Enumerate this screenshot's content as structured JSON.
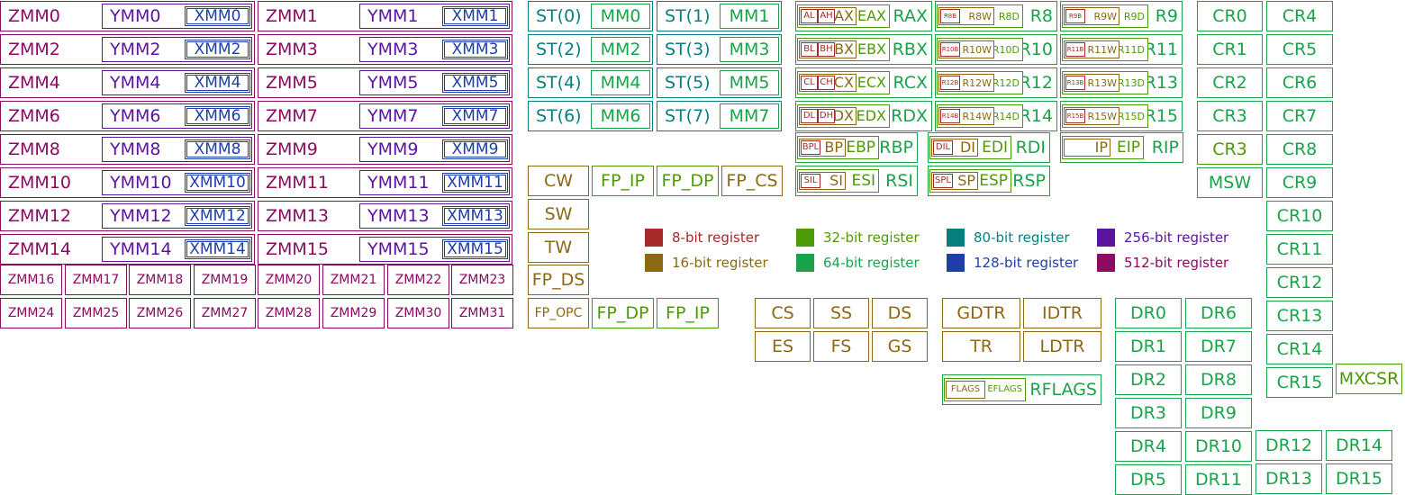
{
  "colors": {
    "b8": "#a52a2a",
    "b16": "#8b6914",
    "b32": "#4e9a06",
    "b64": "#1aa34a",
    "b80": "#077f7f",
    "b128": "#1e3fa8",
    "b256": "#5a149e",
    "b512": "#8b0a62"
  },
  "legend": [
    {
      "label": "8-bit register",
      "bits": "b8"
    },
    {
      "label": "16-bit register",
      "bits": "b16"
    },
    {
      "label": "32-bit register",
      "bits": "b32"
    },
    {
      "label": "64-bit register",
      "bits": "b64"
    },
    {
      "label": "80-bit register",
      "bits": "b80"
    },
    {
      "label": "128-bit register",
      "bits": "b128"
    },
    {
      "label": "256-bit register",
      "bits": "b256"
    },
    {
      "label": "512-bit register",
      "bits": "b512"
    }
  ],
  "vector": [
    {
      "zmm": "ZMM0",
      "ymm": "YMM0",
      "xmm": "XMM0"
    },
    {
      "zmm": "ZMM1",
      "ymm": "YMM1",
      "xmm": "XMM1"
    },
    {
      "zmm": "ZMM2",
      "ymm": "YMM2",
      "xmm": "XMM2"
    },
    {
      "zmm": "ZMM3",
      "ymm": "YMM3",
      "xmm": "XMM3"
    },
    {
      "zmm": "ZMM4",
      "ymm": "YMM4",
      "xmm": "XMM4"
    },
    {
      "zmm": "ZMM5",
      "ymm": "YMM5",
      "xmm": "XMM5"
    },
    {
      "zmm": "ZMM6",
      "ymm": "YMM6",
      "xmm": "XMM6"
    },
    {
      "zmm": "ZMM7",
      "ymm": "YMM7",
      "xmm": "XMM7"
    },
    {
      "zmm": "ZMM8",
      "ymm": "YMM8",
      "xmm": "XMM8"
    },
    {
      "zmm": "ZMM9",
      "ymm": "YMM9",
      "xmm": "XMM9"
    },
    {
      "zmm": "ZMM10",
      "ymm": "YMM10",
      "xmm": "XMM10"
    },
    {
      "zmm": "ZMM11",
      "ymm": "YMM11",
      "xmm": "XMM11"
    },
    {
      "zmm": "ZMM12",
      "ymm": "YMM12",
      "xmm": "XMM12"
    },
    {
      "zmm": "ZMM13",
      "ymm": "YMM13",
      "xmm": "XMM13"
    },
    {
      "zmm": "ZMM14",
      "ymm": "YMM14",
      "xmm": "XMM14"
    },
    {
      "zmm": "ZMM15",
      "ymm": "YMM15",
      "xmm": "XMM15"
    }
  ],
  "zmm_extra": [
    "ZMM16",
    "ZMM17",
    "ZMM18",
    "ZMM19",
    "ZMM20",
    "ZMM21",
    "ZMM22",
    "ZMM23",
    "ZMM24",
    "ZMM25",
    "ZMM26",
    "ZMM27",
    "ZMM28",
    "ZMM29",
    "ZMM30",
    "ZMM31"
  ],
  "x87": [
    {
      "st": "ST(0)",
      "mm": "MM0"
    },
    {
      "st": "ST(1)",
      "mm": "MM1"
    },
    {
      "st": "ST(2)",
      "mm": "MM2"
    },
    {
      "st": "ST(3)",
      "mm": "MM3"
    },
    {
      "st": "ST(4)",
      "mm": "MM4"
    },
    {
      "st": "ST(5)",
      "mm": "MM5"
    },
    {
      "st": "ST(6)",
      "mm": "MM6"
    },
    {
      "st": "ST(7)",
      "mm": "MM7"
    }
  ],
  "fpu_control": {
    "cw": "CW",
    "fp_ip": "FP_IP",
    "fp_dp": "FP_DP",
    "fp_cs": "FP_CS",
    "sw": "SW",
    "tw": "TW",
    "fp_ds": "FP_DS",
    "fp_opc": "FP_OPC",
    "fp_dp2": "FP_DP",
    "fp_ip2": "FP_IP"
  },
  "gpr_legacy": [
    {
      "l8": "AL",
      "h8": "AH",
      "r16": "AX",
      "r32": "EAX",
      "r64": "RAX"
    },
    {
      "l8": "BL",
      "h8": "BH",
      "r16": "BX",
      "r32": "EBX",
      "r64": "RBX"
    },
    {
      "l8": "CL",
      "h8": "CH",
      "r16": "CX",
      "r32": "ECX",
      "r64": "RCX"
    },
    {
      "l8": "DL",
      "h8": "DH",
      "r16": "DX",
      "r32": "EDX",
      "r64": "RDX"
    }
  ],
  "gpr_index": [
    {
      "r8": "BPL",
      "r16": "BP",
      "r32": "EBP",
      "r64": "RBP"
    },
    {
      "r8": "SIL",
      "r16": "SI",
      "r32": "ESI",
      "r64": "RSI"
    }
  ],
  "gpr_index2": [
    {
      "r8": "DIL",
      "r16": "DI",
      "r32": "EDI",
      "r64": "RDI"
    },
    {
      "r8": "SPL",
      "r16": "SP",
      "r32": "ESP",
      "r64": "RSP"
    }
  ],
  "ip": {
    "r16": "IP",
    "r32": "EIP",
    "r64": "RIP"
  },
  "gpr_ext": [
    {
      "b": "R8B",
      "w": "R8W",
      "d": "R8D",
      "q": "R8"
    },
    {
      "b": "R9B",
      "w": "R9W",
      "d": "R9D",
      "q": "R9"
    },
    {
      "b": "R10B",
      "w": "R10W",
      "d": "R10D",
      "q": "R10"
    },
    {
      "b": "R11B",
      "w": "R11W",
      "d": "R11D",
      "q": "R11"
    },
    {
      "b": "R12B",
      "w": "R12W",
      "d": "R12D",
      "q": "R12"
    },
    {
      "b": "R13B",
      "w": "R13W",
      "d": "R13D",
      "q": "R13"
    },
    {
      "b": "R14B",
      "w": "R14W",
      "d": "R14D",
      "q": "R14"
    },
    {
      "b": "R15B",
      "w": "R15W",
      "d": "R15D",
      "q": "R15"
    }
  ],
  "segment": [
    "CS",
    "SS",
    "DS",
    "ES",
    "FS",
    "GS"
  ],
  "system_tables": [
    "GDTR",
    "IDTR",
    "TR",
    "LDTR"
  ],
  "flags": {
    "flags": "FLAGS",
    "eflags": "EFLAGS",
    "rflags": "RFLAGS"
  },
  "control": {
    "col1": [
      "CR0",
      "CR1",
      "CR2",
      "CR3",
      "CR3",
      "MSW"
    ],
    "col2": [
      "CR4",
      "CR5",
      "CR6",
      "CR7",
      "CR8",
      "CR9",
      "CR10",
      "CR11",
      "CR12",
      "CR13",
      "CR14",
      "CR15"
    ],
    "mxcsr": "MXCSR"
  },
  "debug": {
    "col1": [
      "DR0",
      "DR1",
      "DR2",
      "DR3",
      "DR4",
      "DR5"
    ],
    "col2": [
      "DR6",
      "DR7",
      "DR8",
      "DR9",
      "DR10",
      "DR11"
    ],
    "col3": [
      "DR12",
      "DR13"
    ],
    "col4": [
      "DR14",
      "DR15"
    ]
  }
}
